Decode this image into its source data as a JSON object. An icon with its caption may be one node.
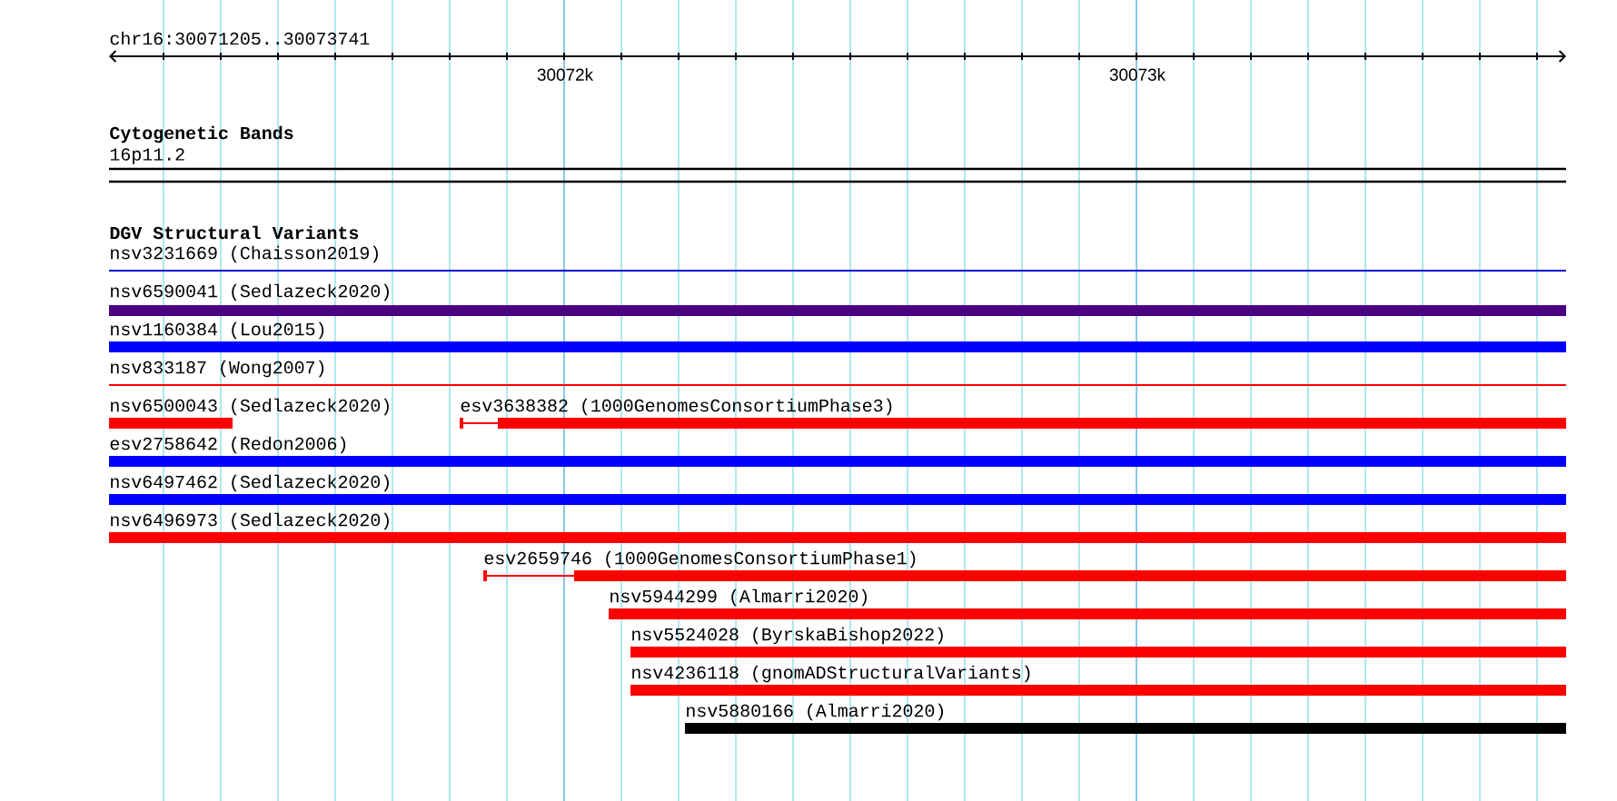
{
  "diagram": {
    "nodes": [
      {
        "text": [
          "nsv3231669 (Chaisson2019)"
        ]
      },
      {
        "text": [
          "nsv6590041 (Sedlazeck2020)"
        ]
      },
      {
        "text": [
          "nsv1160384 (Lou2015)"
        ]
      },
      {
        "text": [
          "nsv833187 (Wong2007)"
        ]
      },
      {
        "text": [
          "nsv6500043 (Sedlazeck2020)"
        ]
      },
      {
        "text": [
          "esv3638382 (1000GenomesConsortiumPhase3)"
        ]
      },
      {
        "text": [
          "esv2758642 (Redon2006)"
        ]
      },
      {
        "text": [
          "nsv6497462 (Sedlazeck2020)"
        ]
      },
      {
        "text": [
          "nsv6496973 (Sedlazeck2020)"
        ]
      },
      {
        "text": [
          "esv2659746 (1000GenomesConsortiumPhase1)"
        ]
      },
      {
        "text": [
          "nsv5944299 (Almarri2020)"
        ]
      },
      {
        "text": [
          "nsv5524028 (ByrskaBishop2022)"
        ]
      },
      {
        "text": [
          "nsv4236118 (gnomADStructuralVariants)"
        ]
      },
      {
        "text": [
          "nsv5880166 (Almarri2020)"
        ]
      }
    ],
    "labels": [
      "chr16:30071205..30073741",
      "30072k",
      "30073k",
      "Cytogenetic Bands",
      "16p11.2",
      "DGV Structural Variants"
    ]
  }
}
